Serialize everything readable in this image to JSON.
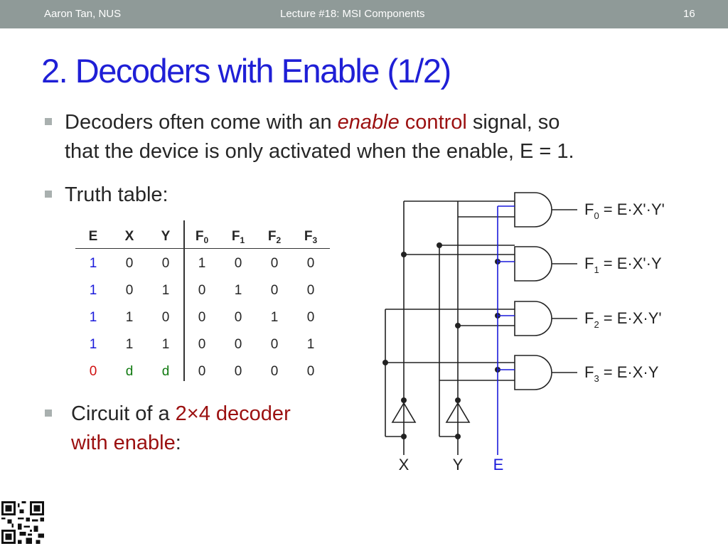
{
  "header": {
    "author": "Aaron Tan, NUS",
    "lecture": "Lecture #18: MSI Components",
    "page": "16"
  },
  "title": "2. Decoders with Enable (1/2)",
  "bullets": {
    "b1_pre": "Decoders often come with an ",
    "b1_enable": "enable",
    "b1_control": " control",
    "b1_post": " signal, so",
    "b1_line2": "that the device is only activated when the enable, E = 1.",
    "b2": "Truth table:",
    "b3_pre": "Circuit of a ",
    "b3_red1": "2×4 decoder",
    "b3_red2": "with enable",
    "b3_post": ":"
  },
  "truth_table": {
    "headers": [
      {
        "main": "E",
        "sub": ""
      },
      {
        "main": "X",
        "sub": ""
      },
      {
        "main": "Y",
        "sub": ""
      },
      {
        "main": "F",
        "sub": "0"
      },
      {
        "main": "F",
        "sub": "1"
      },
      {
        "main": "F",
        "sub": "2"
      },
      {
        "main": "F",
        "sub": "3"
      }
    ],
    "rows": [
      [
        "1",
        "0",
        "0",
        "1",
        "0",
        "0",
        "0"
      ],
      [
        "1",
        "0",
        "1",
        "0",
        "1",
        "0",
        "0"
      ],
      [
        "1",
        "1",
        "0",
        "0",
        "0",
        "1",
        "0"
      ],
      [
        "1",
        "1",
        "1",
        "0",
        "0",
        "0",
        "1"
      ],
      [
        "0",
        "d",
        "d",
        "0",
        "0",
        "0",
        "0"
      ]
    ]
  },
  "circuit": {
    "outputs": [
      {
        "f": "F",
        "sub": "0",
        "expr": " = E·X'·Y'"
      },
      {
        "f": "F",
        "sub": "1",
        "expr": " = E·X'·Y"
      },
      {
        "f": "F",
        "sub": "2",
        "expr": " = E·X·Y'"
      },
      {
        "f": "F",
        "sub": "3",
        "expr": " = E·X·Y"
      }
    ],
    "inputs": {
      "x": "X",
      "y": "Y",
      "e": "E"
    },
    "colors": {
      "enable_wire": "#1a1adb",
      "wire": "#222222"
    }
  }
}
